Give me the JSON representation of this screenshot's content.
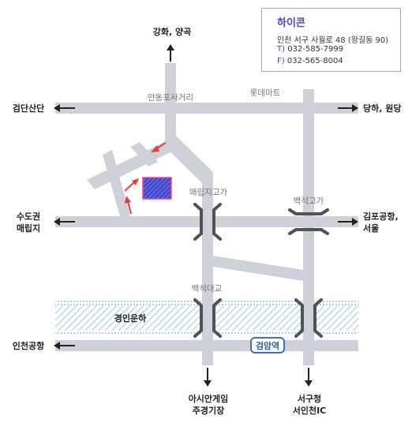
{
  "map": {
    "colors": {
      "road": "#cfd1d8",
      "overpass": "#4f5356",
      "arrow_dark": "#222222",
      "arrow_red": "#e83c3c",
      "marker_fill": "#3a3fc9",
      "marker_border": "#ff3d78",
      "canal_hatch": "#9ec9dc",
      "canal_dots": "#6fb6d6",
      "station_border": "#3b6fc0"
    },
    "directions": {
      "north": "강화, 양곡",
      "east_top": "당하, 원당",
      "west_top": "검단산단",
      "west_mid_line1": "수도권",
      "west_mid_line2": "매립지",
      "east_mid_line1": "김포공항,",
      "east_mid_line2": "서울",
      "west_bottom": "인천공항",
      "south_left_line1": "아시안게임",
      "south_left_line2": "주경기장",
      "south_right_line1": "서구청",
      "south_right_line2": "서인천IC"
    },
    "places": {
      "intersection": "안동포사거리",
      "mart": "롯데마트",
      "overpass_left": "매립지고가",
      "overpass_right": "백석고가",
      "bridge": "백석대교",
      "canal": "경인운하",
      "station": "검암역"
    }
  },
  "info": {
    "title": "하이콘",
    "address": "인천 서구 사월로 48 (왕길동 90)",
    "tel_prefix": "T)",
    "tel": "032-585-7999",
    "fax_prefix": "F)",
    "fax": "032-565-8004"
  }
}
